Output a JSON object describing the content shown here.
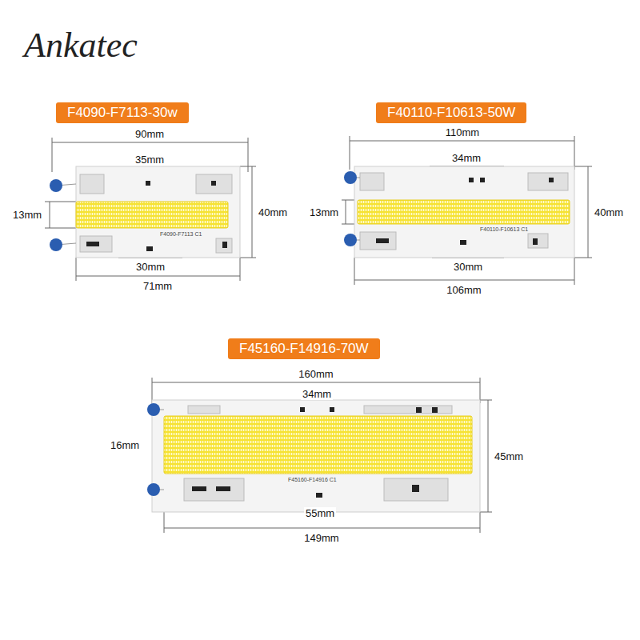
{
  "diagram": {
    "nodes": [
      {
        "text": [
          "F4090-F7113-30w"
        ]
      },
      {
        "text": [
          "F40110-F10613-50W"
        ]
      },
      {
        "text": [
          "F45160-F14916-70W"
        ]
      }
    ],
    "labels": [
      "Ankatec",
      "90mm",
      "35mm",
      "13mm",
      "40mm",
      "30mm",
      "71mm",
      "110mm",
      "34mm",
      "13mm",
      "40mm",
      "30mm",
      "106mm",
      "160mm",
      "34mm",
      "16mm",
      "45mm",
      "55mm",
      "149mm",
      "F4090-F7113 C1",
      "F40110-F10613 C1",
      "F45160-F14916 C1"
    ]
  }
}
